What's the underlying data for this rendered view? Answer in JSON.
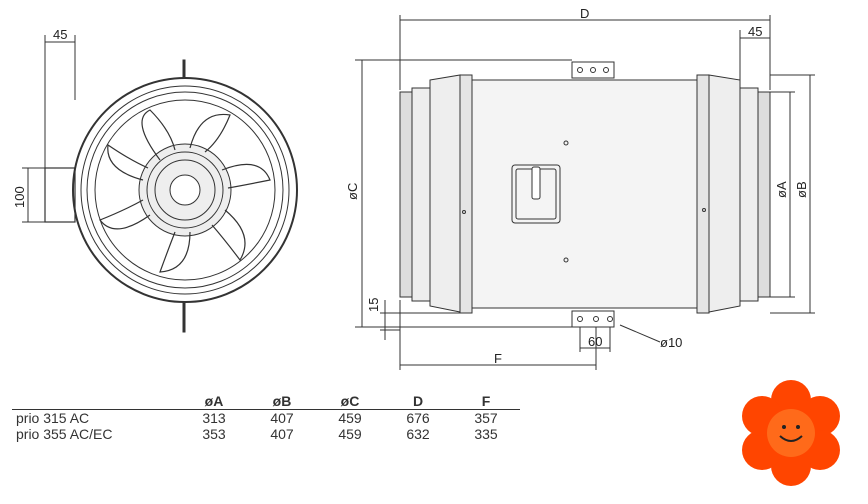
{
  "front_view": {
    "dim_tab_width": "45",
    "dim_box_height": "100"
  },
  "side_view": {
    "dim_length": "D",
    "dim_collar": "45",
    "dim_diameter_c": "øC",
    "dim_diameter_a": "øA",
    "dim_diameter_b": "øB",
    "dim_foot": "15",
    "dim_hole_spacing": "60",
    "dim_hole": "ø10",
    "dim_f": "F"
  },
  "table": {
    "headers": [
      "",
      "øA",
      "øB",
      "øC",
      "D",
      "F"
    ],
    "rows": [
      [
        "prio 315 AC",
        "313",
        "407",
        "459",
        "676",
        "357"
      ],
      [
        "prio 355 AC/EC",
        "353",
        "407",
        "459",
        "632",
        "335"
      ]
    ]
  },
  "colors": {
    "line": "#333333",
    "fill": "#e8e8e8",
    "logo": "#ff4500"
  }
}
